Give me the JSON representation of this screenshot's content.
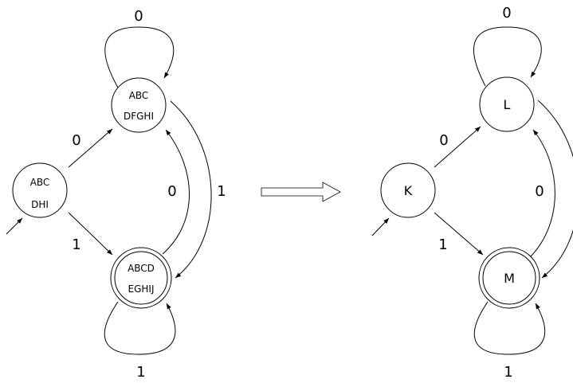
{
  "left_dfa": {
    "states": {
      "s0": {
        "line1": "ABC",
        "line2": "DHI"
      },
      "s1": {
        "line1": "ABC",
        "line2": "DFGHI"
      },
      "s2": {
        "line1": "ABCD",
        "line2": "EGHIJ"
      }
    },
    "edges": {
      "s0_s1": "0",
      "s0_s2": "1",
      "s1_loop": "0",
      "s2_loop": "1",
      "s2_s1": "0",
      "s1_s2": "1"
    }
  },
  "right_dfa": {
    "states": {
      "k": "K",
      "l": "L",
      "m": "M"
    },
    "edges": {
      "k_l": "0",
      "k_m": "1",
      "l_loop": "0",
      "m_loop": "1",
      "m_l": "0"
    }
  }
}
